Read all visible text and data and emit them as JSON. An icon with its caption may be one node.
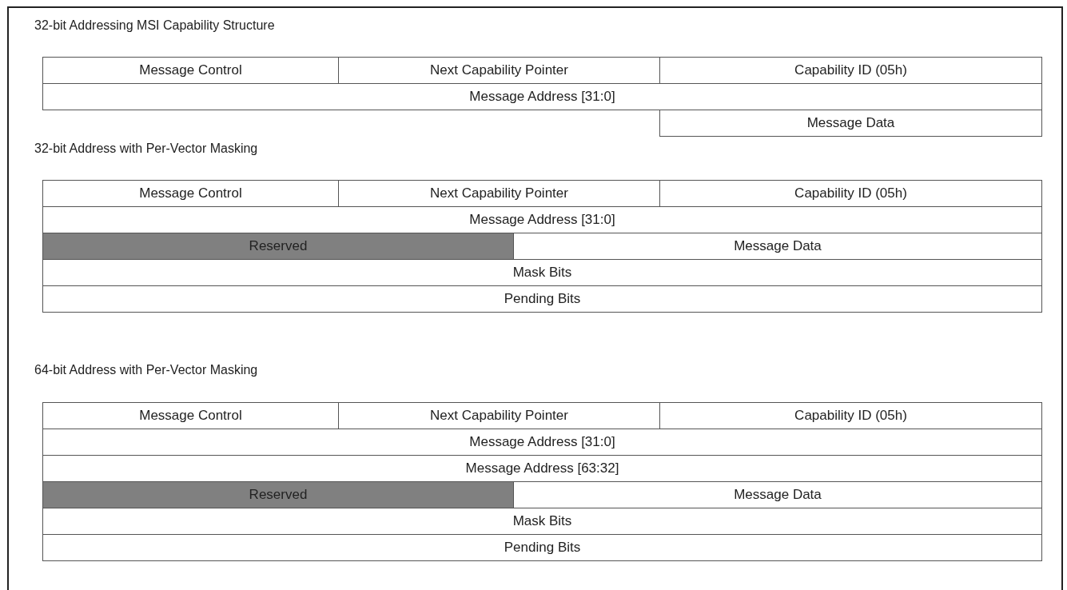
{
  "diagram": {
    "nodes": [
      {
        "text": [
          "Message Control"
        ]
      },
      {
        "text": [
          "Next Capability Pointer"
        ]
      },
      {
        "text": [
          "Capability ID (05h)"
        ]
      },
      {
        "text": [
          "Message Address [31:0]"
        ]
      },
      {
        "text": [
          "Message Data"
        ]
      },
      {
        "text": [
          "Message Control"
        ]
      },
      {
        "text": [
          "Next Capability Pointer"
        ]
      },
      {
        "text": [
          "Capability ID (05h)"
        ]
      },
      {
        "text": [
          "Message Address [31:0]"
        ]
      },
      {
        "text": [
          "Reserved"
        ]
      },
      {
        "text": [
          "Message Data"
        ]
      },
      {
        "text": [
          "Mask Bits"
        ]
      },
      {
        "text": [
          "Pending Bits"
        ]
      },
      {
        "text": [
          "Message Control"
        ]
      },
      {
        "text": [
          "Next Capability Pointer"
        ]
      },
      {
        "text": [
          "Capability ID (05h)"
        ]
      },
      {
        "text": [
          "Message Address [31:0]"
        ]
      },
      {
        "text": [
          "Message Address [63:32]"
        ]
      },
      {
        "text": [
          "Reserved"
        ]
      },
      {
        "text": [
          "Message Data"
        ]
      },
      {
        "text": [
          "Mask Bits"
        ]
      },
      {
        "text": [
          "Pending Bits"
        ]
      }
    ],
    "labels": [
      "32-bit Addressing MSI Capability Structure",
      "32-bit Address with Per-Vector Masking",
      "64-bit Address with Per-Vector Masking"
    ]
  }
}
